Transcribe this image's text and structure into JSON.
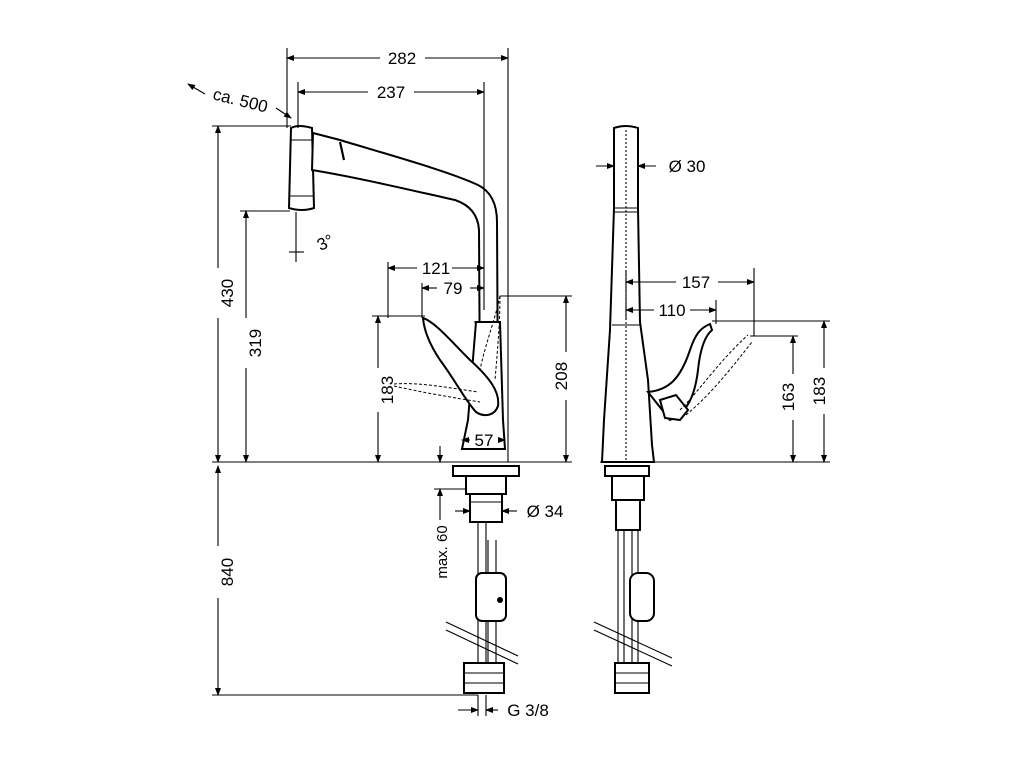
{
  "drawing": {
    "front_view": {
      "width_overall": "282",
      "width_spout": "237",
      "pull_out_length": "ca. 500",
      "height_total": "430",
      "height_outlet": "319",
      "spray_angle": "3°",
      "lever_reach": "121",
      "lever_reach_inner": "79",
      "lever_height": "183",
      "body_height": "208",
      "base_width": "57",
      "shank_diameter": "Ø 34",
      "mounting_max": "max. 60",
      "hose_length": "840",
      "connection_thread": "G 3/8"
    },
    "side_view": {
      "spout_diameter": "Ø 30",
      "lever_reach": "157",
      "lever_reach_inner": "110",
      "lever_height_a": "163",
      "lever_height_b": "183"
    }
  }
}
